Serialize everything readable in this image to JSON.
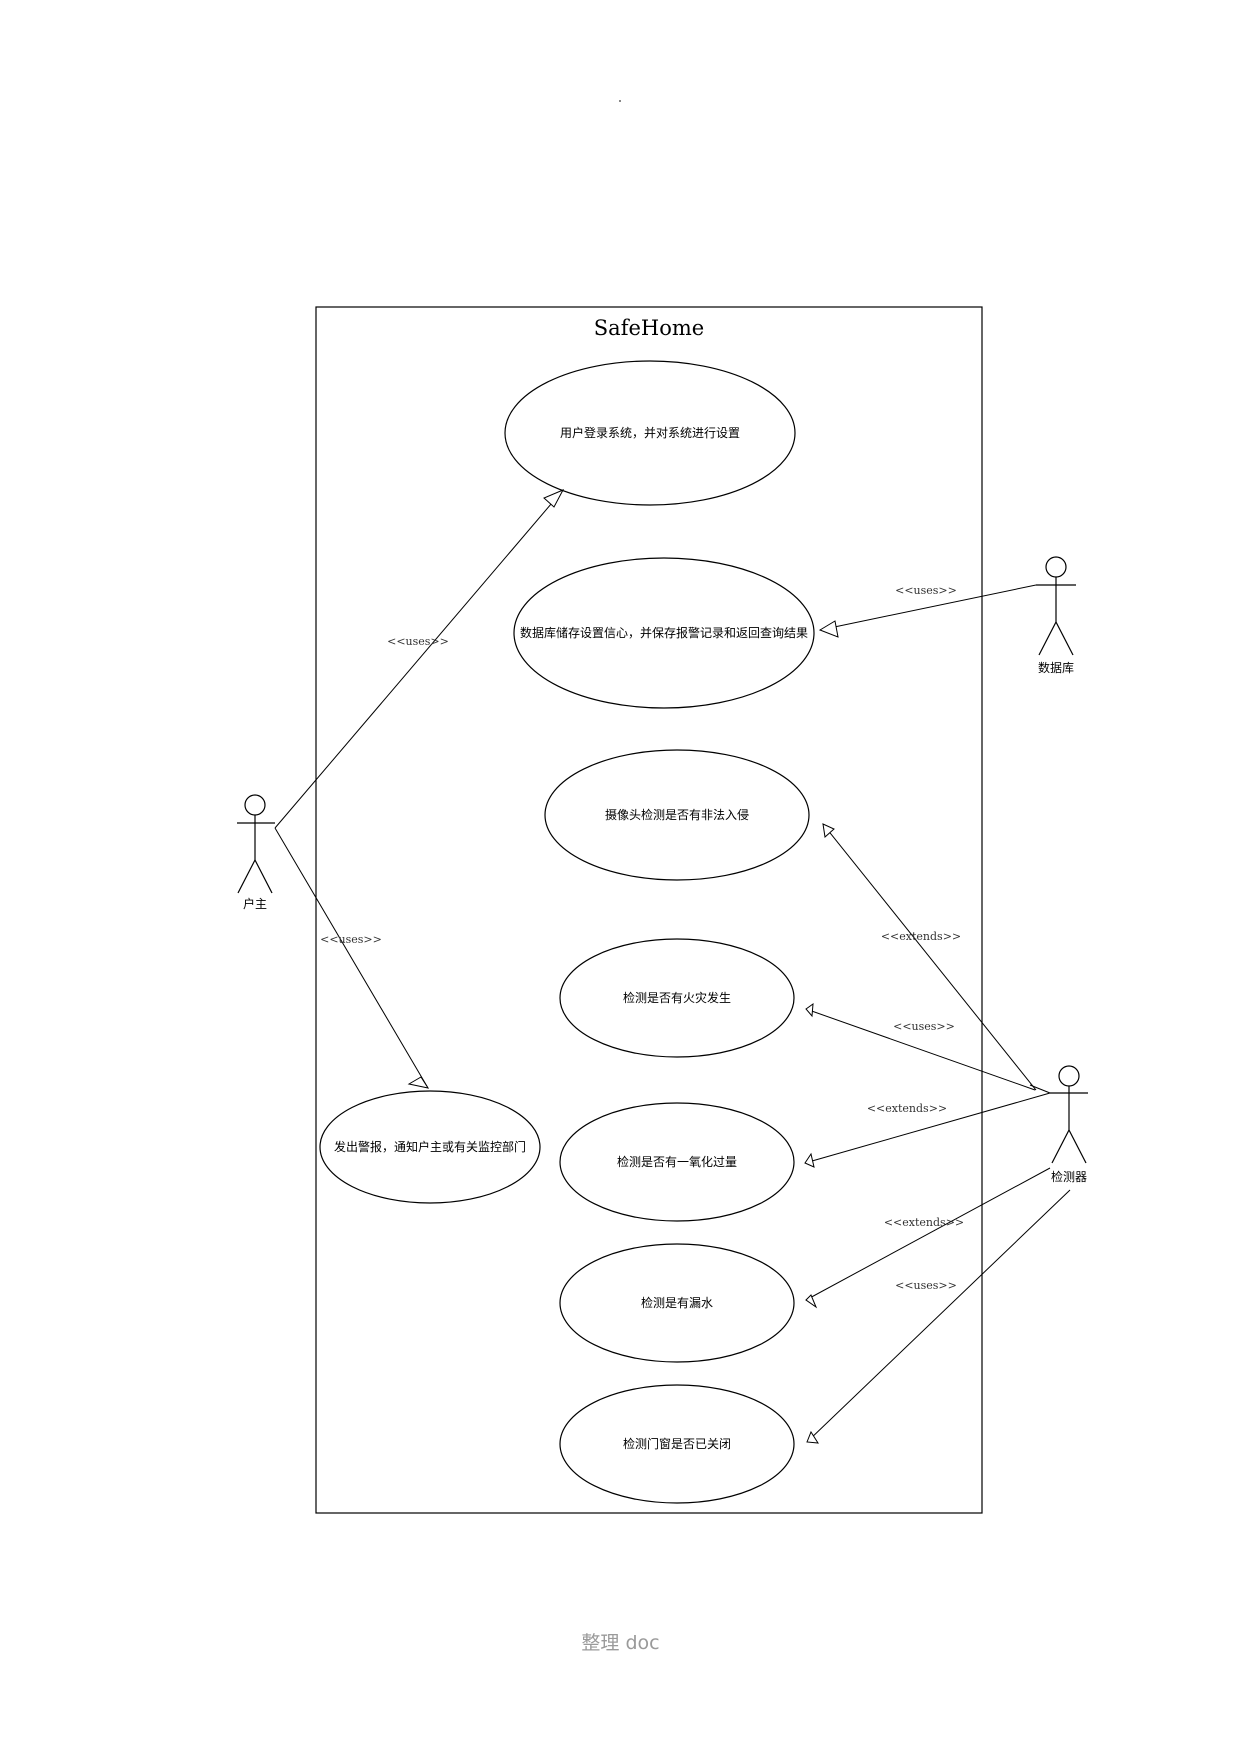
{
  "system": {
    "title": "SafeHome"
  },
  "actors": {
    "owner": "户主",
    "database": "数据库",
    "detector": "检测器"
  },
  "use_cases": [
    "用户登录系统，并对系统进行设置",
    "数据库储存设置信心，并保存报警记录和返回查询结果",
    "摄像头检测是否有非法入侵",
    "检测是否有火灾发生",
    "检测是否有一氧化过量",
    "检测是有漏水",
    "检测门窗是否已关闭",
    "发出警报，通知户主或有关监控部门"
  ],
  "relation_labels": {
    "owner_login": "<<uses>>",
    "owner_alarm": "<<uses>>",
    "db_store": "<<uses>>",
    "det_camera": "<<extends>>",
    "det_fire": "<<uses>>",
    "det_co": "<<extends>>",
    "det_water": "<<extends>>",
    "det_door": "<<uses>>"
  },
  "footer": {
    "text": "整理 doc"
  }
}
